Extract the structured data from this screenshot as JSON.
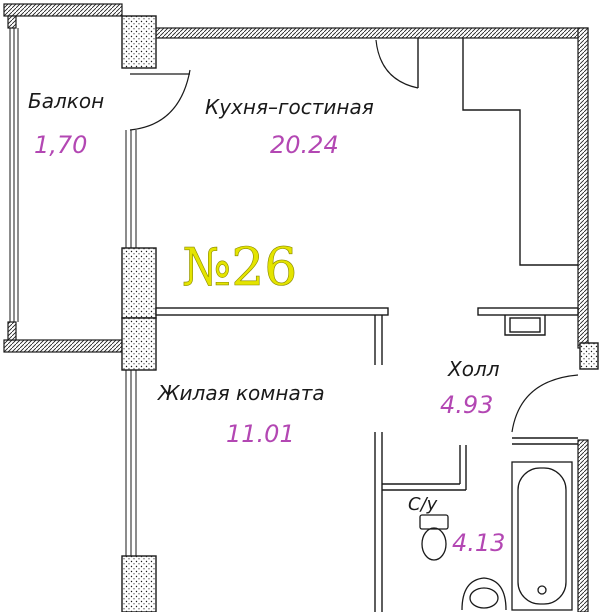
{
  "apartment": {
    "number": "№26",
    "color": "#e4e400"
  },
  "area_color": "#b347b3",
  "wall_color": "#1a1a1a",
  "rooms": [
    {
      "id": "balcony",
      "name": "Балкон",
      "area": "1,70"
    },
    {
      "id": "kitchen",
      "name": "Кухня–гостиная",
      "area": "20.24"
    },
    {
      "id": "living",
      "name": "Жилая комната",
      "area": "11.01"
    },
    {
      "id": "hall",
      "name": "Холл",
      "area": "4.93"
    },
    {
      "id": "bath",
      "name": "С/у",
      "area": "4.13"
    }
  ],
  "icons": [
    "bathtub-icon",
    "toilet-icon",
    "sink-icon",
    "door-swing-icon"
  ]
}
